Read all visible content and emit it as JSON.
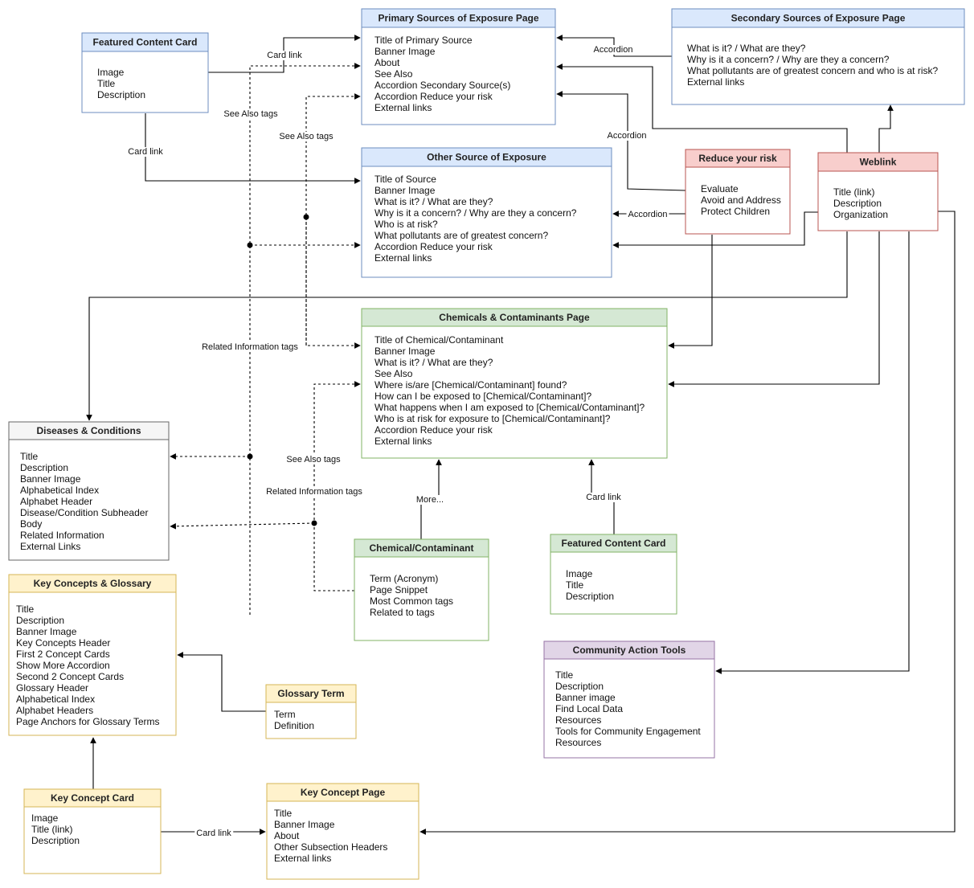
{
  "colors": {
    "blue": {
      "fill": "#dae8fc",
      "stroke": "#6c8ebf"
    },
    "red": {
      "fill": "#f8cecc",
      "stroke": "#b85450"
    },
    "green": {
      "fill": "#d5e8d4",
      "stroke": "#82b366"
    },
    "yellow": {
      "fill": "#fff2cc",
      "stroke": "#d6b656"
    },
    "purple": {
      "fill": "#e1d5e7",
      "stroke": "#9673a6"
    },
    "gray": {
      "fill": "#f5f5f5",
      "stroke": "#666666"
    }
  },
  "nodes": [
    {
      "id": "primary",
      "title": "Primary Sources of Exposure Page",
      "color": "blue",
      "items": [
        "Title of Primary Source",
        "Banner Image",
        "About",
        "See Also",
        "Accordion Secondary Source(s)",
        "Accordion Reduce your risk",
        "External links"
      ]
    },
    {
      "id": "secondary",
      "title": "Secondary Sources of Exposure Page",
      "color": "blue",
      "items": [
        "What is it? / What are they?",
        "Why is it a concern? / Why are they a concern?",
        "What pollutants are of greatest concern and who is at risk?",
        "External links"
      ]
    },
    {
      "id": "featured1",
      "title": "Featured Content Card",
      "color": "blue",
      "items": [
        "Image",
        "Title",
        "Description"
      ]
    },
    {
      "id": "other",
      "title": "Other Source of Exposure",
      "color": "blue",
      "items": [
        "Title of Source",
        "Banner Image",
        "What is it? / What are they?",
        "Why is it a concern? / Why are they a concern?",
        "Who is at risk?",
        "What pollutants are of greatest concern?",
        "Accordion Reduce your risk",
        "External links"
      ]
    },
    {
      "id": "reduce",
      "title": "Reduce your risk",
      "color": "red",
      "items": [
        "Evaluate",
        "Avoid and Address",
        "Protect Children"
      ]
    },
    {
      "id": "weblink",
      "title": "Weblink",
      "color": "red",
      "items": [
        "Title (link)",
        "Description",
        "Organization"
      ]
    },
    {
      "id": "chemicals",
      "title": "Chemicals & Contaminants Page",
      "color": "green",
      "items": [
        "Title of Chemical/Contaminant",
        "Banner Image",
        "What is it? / What are they?",
        "See Also",
        "Where is/are [Chemical/Contaminant] found?",
        "How can I be exposed to [Chemical/Contaminant]?",
        "What happens when I am exposed to [Chemical/Contaminant]?",
        "Who is at risk for exposure to [Chemical/Contaminant]?",
        "Accordion Reduce your risk",
        "External links"
      ]
    },
    {
      "id": "diseases",
      "title": "Diseases & Conditions",
      "color": "gray",
      "items": [
        "Title",
        "Description",
        "Banner Image",
        "Alphabetical Index",
        "Alphabet Header",
        "Disease/Condition Subheader",
        "Body",
        "Related Information",
        "External Links"
      ]
    },
    {
      "id": "chemcard",
      "title": "Chemical/Contaminant",
      "color": "green",
      "items": [
        "Term (Acronym)",
        "Page Snippet",
        "Most Common tags",
        "Related to tags"
      ]
    },
    {
      "id": "featured2",
      "title": "Featured Content Card",
      "color": "green",
      "items": [
        "Image",
        "Title",
        "Description"
      ]
    },
    {
      "id": "keyconcepts",
      "title": "Key Concepts & Glossary",
      "color": "yellow",
      "items": [
        "Title",
        "Description",
        "Banner Image",
        "Key Concepts Header",
        "First 2 Concept Cards",
        "Show More Accordion",
        "Second 2 Concept Cards",
        "Glossary Header",
        "Alphabetical Index",
        "Alphabet Headers",
        "Page Anchors for Glossary Terms"
      ]
    },
    {
      "id": "glossary",
      "title": "Glossary Term",
      "color": "yellow",
      "items": [
        "Term",
        "Definition"
      ]
    },
    {
      "id": "community",
      "title": "Community Action Tools",
      "color": "purple",
      "items": [
        "Title",
        "Description",
        "Banner image",
        "Find Local Data",
        "Resources",
        "Tools for Community Engagement",
        "Resources"
      ]
    },
    {
      "id": "keycard",
      "title": "Key Concept Card",
      "color": "yellow",
      "items": [
        "Image",
        "Title (link)",
        "Description"
      ]
    },
    {
      "id": "keypage",
      "title": "Key Concept Page",
      "color": "yellow",
      "items": [
        "Title",
        "Banner Image",
        "About",
        "Other Subsection Headers",
        "External links"
      ]
    }
  ],
  "edges": [
    {
      "id": "e-card-link-1",
      "label": "Card link",
      "dashed": false
    },
    {
      "id": "e-card-link-2",
      "label": "Card link",
      "dashed": false
    },
    {
      "id": "e-see-also-1",
      "label": "See Also tags",
      "dashed": true
    },
    {
      "id": "e-see-also-2",
      "label": "See Also tags",
      "dashed": true
    },
    {
      "id": "e-accordion-1",
      "label": "Accordion",
      "dashed": false
    },
    {
      "id": "e-accordion-2",
      "label": "Accordion",
      "dashed": false
    },
    {
      "id": "e-accordion-3",
      "label": "Accordion",
      "dashed": false
    },
    {
      "id": "e-accordion-4",
      "label": "Accordion",
      "dashed": false
    },
    {
      "id": "e-related-1",
      "label": "Related Information tags",
      "dashed": true
    },
    {
      "id": "e-see-also-3",
      "label": "See Also tags",
      "dashed": true
    },
    {
      "id": "e-related-2",
      "label": "Related Information tags",
      "dashed": true
    },
    {
      "id": "e-more",
      "label": "More...",
      "dashed": false
    },
    {
      "id": "e-card-link-3",
      "label": "Card link",
      "dashed": false
    },
    {
      "id": "e-card-link-4",
      "label": "Card link",
      "dashed": false
    },
    {
      "id": "e-weblink-secondary",
      "label": "",
      "dashed": false
    },
    {
      "id": "e-weblink-primary",
      "label": "",
      "dashed": false
    },
    {
      "id": "e-weblink-other",
      "label": "",
      "dashed": false
    },
    {
      "id": "e-weblink-diseases",
      "label": "",
      "dashed": false
    },
    {
      "id": "e-weblink-chemicals",
      "label": "",
      "dashed": false
    },
    {
      "id": "e-weblink-community",
      "label": "",
      "dashed": false
    },
    {
      "id": "e-weblink-keypage",
      "label": "",
      "dashed": false
    },
    {
      "id": "e-glossary-keyconcepts",
      "label": "",
      "dashed": false
    },
    {
      "id": "e-keycard-keyconcepts",
      "label": "",
      "dashed": false
    },
    {
      "id": "e-chemcard-other",
      "label": "",
      "dashed": true
    },
    {
      "id": "e-chemcard-diseases",
      "label": "",
      "dashed": true
    }
  ]
}
